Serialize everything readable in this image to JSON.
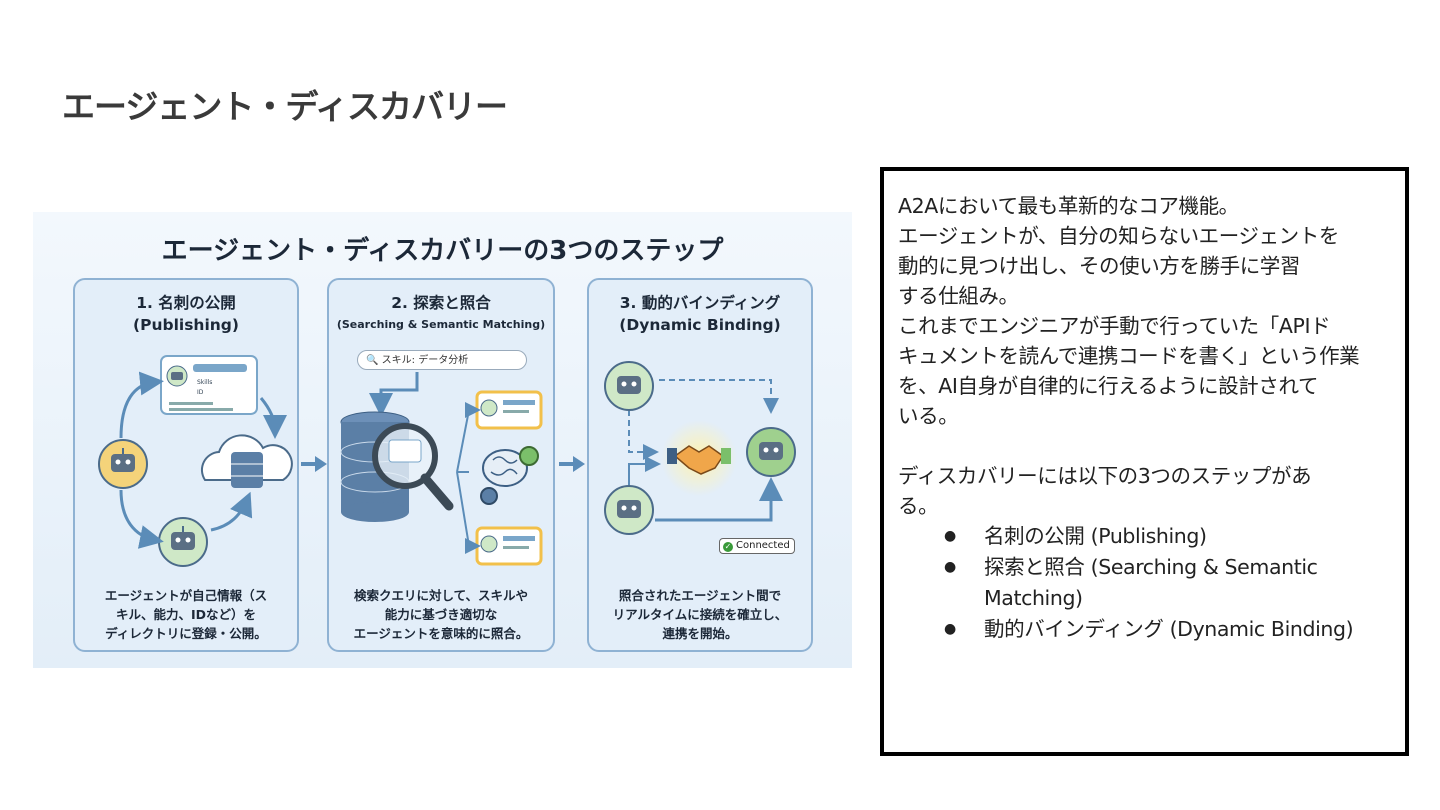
{
  "slide": {
    "title": "エージェント・ディスカバリー"
  },
  "infographic": {
    "heading": "エージェント・ディスカバリーの3つのステップ",
    "steps": [
      {
        "title": "1. 名刺の公開",
        "subtitle": "(Publishing)",
        "card_labels": [
          "Skills",
          "ID"
        ],
        "description": [
          "エージェントが自己情報（ス",
          "キル、能力、IDなど）を",
          "ディレクトリに登録・公開。"
        ]
      },
      {
        "title": "2. 探索と照合",
        "subtitle": "(Searching & Semantic Matching)",
        "search_placeholder": "スキル: データ分析",
        "description": [
          "検索クエリに対して、スキルや",
          "能力に基づき適切な",
          "エージェントを意味的に照合。"
        ]
      },
      {
        "title": "3. 動的バインディング",
        "subtitle": "(Dynamic Binding)",
        "badge": "Connected",
        "description": [
          "照合されたエージェント間で",
          "リアルタイムに接続を確立し、",
          "連携を開始。"
        ]
      }
    ]
  },
  "panel": {
    "paragraph1": [
      "A2Aにおいて最も革新的なコア機能。",
      "エージェントが、自分の知らないエージェントを",
      "動的に見つけ出し、その使い方を勝手に学習",
      "する仕組み。",
      "これまでエンジニアが手動で行っていた「APIド",
      "キュメントを読んで連携コードを書く」という作業",
      "を、AI自身が自律的に行えるように設計されて",
      "いる。"
    ],
    "paragraph2": [
      "ディスカバリーには以下の3つのステップがあ",
      "る。"
    ],
    "bullets": [
      "名刺の公開 (Publishing)",
      "探索と照合 (Searching & Semantic Matching)",
      "動的バインディング (Dynamic Binding)"
    ]
  },
  "colors": {
    "card_border": "#8fb2d3",
    "card_fill": "#e3eef9",
    "arrow": "#5b8cb8",
    "badge_check": "#3a9a3a"
  }
}
